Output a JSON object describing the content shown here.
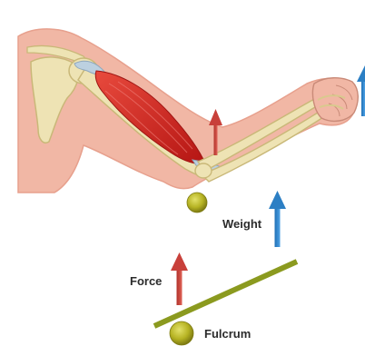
{
  "labels": {
    "weight": "Weight",
    "force": "Force",
    "fulcrum": "Fulcrum"
  },
  "colors": {
    "skin": "#f1b7a5",
    "skin_outline": "#e7a08d",
    "bone": "#eee3b4",
    "bone_outline": "#c9b878",
    "muscle": "#d8221f",
    "tendon": "#bcd0e0",
    "force_arrow": "#c8403a",
    "weight_arrow": "#2c7fc4",
    "lever": "#8b9a1f",
    "fulcrum": "#b6b323"
  }
}
